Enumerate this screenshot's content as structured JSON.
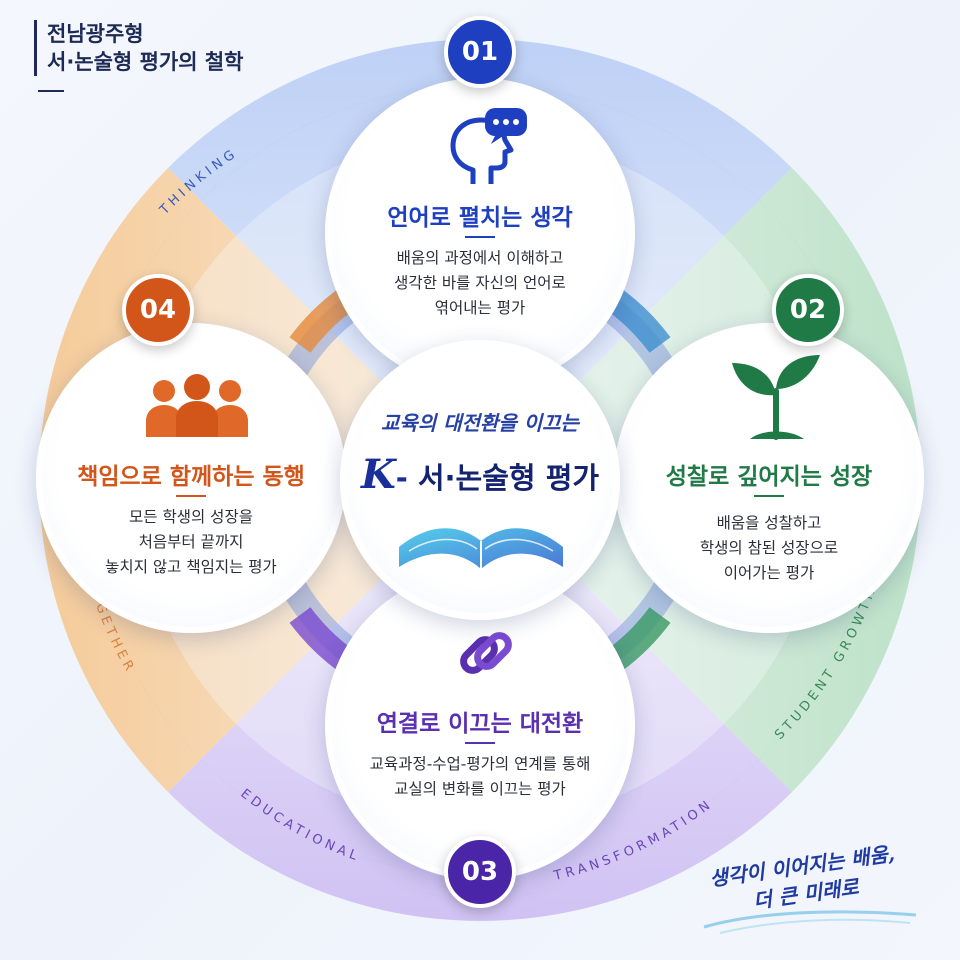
{
  "headline": {
    "line1": "전남광주형",
    "line2": "서·논술형 평가의 철학"
  },
  "center": {
    "subtitle": "교육의 대전환을 이끄는",
    "k_letter": "K",
    "dash": "-",
    "title": "서·논술형 평가"
  },
  "sections": [
    {
      "num": "01",
      "title": "언어로 펼치는 생각",
      "desc": [
        "배움의 과정에서 이해하고",
        "생각한 바를 자신의 언어로",
        "엮어내는 평가"
      ],
      "arc_label": "THINKING",
      "color": "#1e3fbf",
      "icon": "head-speech-bubble-icon"
    },
    {
      "num": "02",
      "title": "성찰로 깊어지는 성장",
      "desc": [
        "배움을 성찰하고",
        "학생의 참된 성장으로",
        "이어가는 평가"
      ],
      "arc_label": "STUDENT GROWTH",
      "color": "#1f7a46",
      "icon": "sprout-icon"
    },
    {
      "num": "03",
      "title": "연결로 이끄는 대전환",
      "desc": [
        "교육과정-수업-평가의 연계를 통해",
        "교실의 변화를 이끄는 평가"
      ],
      "arc_label_left": "EDUCATIONAL",
      "arc_label_right": "TRANSFORMATION",
      "color": "#5a2fb0",
      "icon": "chain-link-icon"
    },
    {
      "num": "04",
      "title": "책임으로 함께하는 동행",
      "desc": [
        "모든 학생의 성장을",
        "처음부터 끝까지",
        "놓치지 않고 책임지는 평가"
      ],
      "arc_label": "TOGETHER",
      "color": "#d2551a",
      "icon": "people-group-icon"
    }
  ],
  "tagline": {
    "line1": "생각이 이어지는 배움,",
    "line2": "더 큰 미래로"
  }
}
